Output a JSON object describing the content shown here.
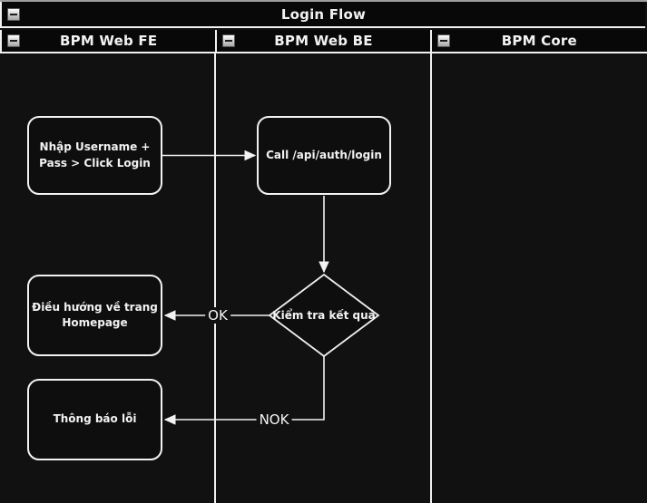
{
  "pool": {
    "title": "Login Flow"
  },
  "lanes": [
    {
      "label": "BPM Web FE"
    },
    {
      "label": "BPM Web BE"
    },
    {
      "label": "BPM Core"
    }
  ],
  "nodes": {
    "input_login": {
      "lines": [
        "Nhập Username +",
        "Pass > Click Login"
      ]
    },
    "call_api": {
      "label": "Call /api/auth/login"
    },
    "check_result": {
      "label": "Kiểm tra kết quả"
    },
    "redirect_home": {
      "lines": [
        "Điều hướng về trang",
        "Homepage"
      ]
    },
    "error_message": {
      "label": "Thông báo lỗi"
    }
  },
  "edges": {
    "ok_label": "OK",
    "nok_label": "NOK"
  },
  "icons": {
    "collapse": "collapse-minus-icon"
  },
  "colors": {
    "background": "#111111",
    "header_fill": "#080808",
    "line": "#f2f2f2",
    "top_edge": "#9e9e9e",
    "text": "#f2f2f2"
  }
}
